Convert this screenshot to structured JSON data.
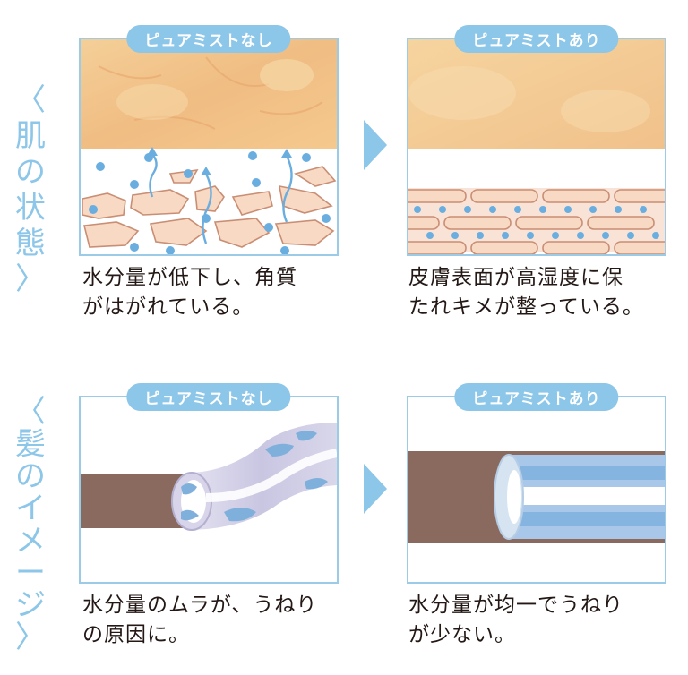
{
  "skin": {
    "title": [
      "〈",
      "肌",
      "の",
      "状",
      "態",
      "〉"
    ],
    "left": {
      "badge": "ピュアミストなし",
      "caption_line1": "水分量が低下し、角質",
      "caption_line2": "がはがれている。"
    },
    "right": {
      "badge": "ピュアミストあり",
      "caption_line1": "皮膚表面が高湿度に保",
      "caption_line2": "たれキメが整っている。"
    }
  },
  "hair": {
    "title": [
      "〈",
      "髪",
      "の",
      "イ",
      "メ",
      "ー",
      "ジ",
      "〉"
    ],
    "left": {
      "badge": "ピュアミストなし",
      "caption_line1": "水分量のムラが、うねり",
      "caption_line2": "の原因に。"
    },
    "right": {
      "badge": "ピュアミストあり",
      "caption_line1": "水分量が均一でうねり",
      "caption_line2": "が少ない。"
    }
  },
  "colors": {
    "accent": "#8cc6e8",
    "skin_photo": "#f2c48a",
    "cell_fill": "#f7d9c4",
    "cell_stroke": "#c98e74",
    "water": "#6aaee0",
    "hair_brown": "#8a6a5e"
  }
}
